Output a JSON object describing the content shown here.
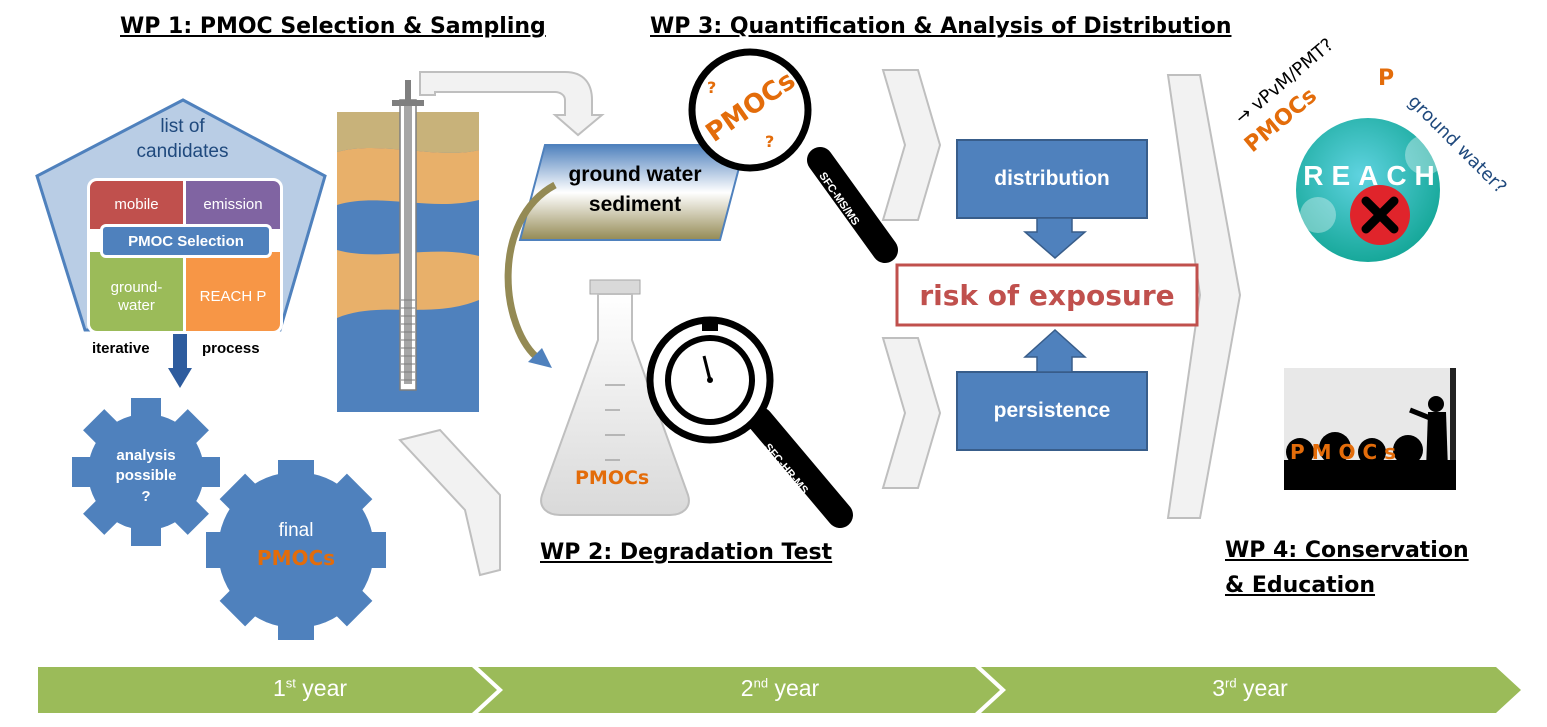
{
  "headings": {
    "wp1": "WP 1: PMOC Selection & Sampling",
    "wp3": "WP 3: Quantification & Analysis of Distribution",
    "wp2": "WP 2: Degradation Test",
    "wp4_line1": "WP 4: Conservation",
    "wp4_line2": "& Education"
  },
  "pentagon": {
    "title_line1": "list of",
    "title_line2": "candidates",
    "cells": {
      "mobile": "mobile",
      "emission": "emission",
      "groundwater_line1": "ground-",
      "groundwater_line2": "water",
      "reach": "REACH P"
    },
    "selection": "PMOC Selection"
  },
  "iterative": {
    "left": "iterative",
    "right": "process"
  },
  "gears": {
    "small_line1": "analysis",
    "small_line2": "possible",
    "small_line3": "?",
    "big_line1": "final",
    "big_line2": "PMOCs"
  },
  "sample": {
    "line1": "ground water",
    "line2": "sediment"
  },
  "magnifier_top": {
    "label": "SFC-MS/MS",
    "word": "PMOCs",
    "q": "?"
  },
  "magnifier_bottom": {
    "label": "SFC-HR-MS"
  },
  "flask_label": "PMOCs",
  "analysis": {
    "distribution": "distribution",
    "risk": "risk of exposure",
    "persistence": "persistence"
  },
  "reach_logo": {
    "pmocs": "PMOCs",
    "vpvm": "→ vPvM/PMT?",
    "p": "P",
    "groundwater": "ground water?",
    "reach": "REACH"
  },
  "education_label": "P M O C s",
  "timeline": {
    "years": [
      {
        "num": "1",
        "sup": "st",
        "word": "year"
      },
      {
        "num": "2",
        "sup": "nd",
        "word": "year"
      },
      {
        "num": "3",
        "sup": "rd",
        "word": "year"
      }
    ]
  },
  "colors": {
    "blue": "#4f81bd",
    "dark_blue": "#1f497d",
    "orange": "#e36c0a",
    "red": "#c0504d",
    "purple": "#8064a2",
    "green": "#9bbb59",
    "timeline_green": "#9bbb59"
  }
}
